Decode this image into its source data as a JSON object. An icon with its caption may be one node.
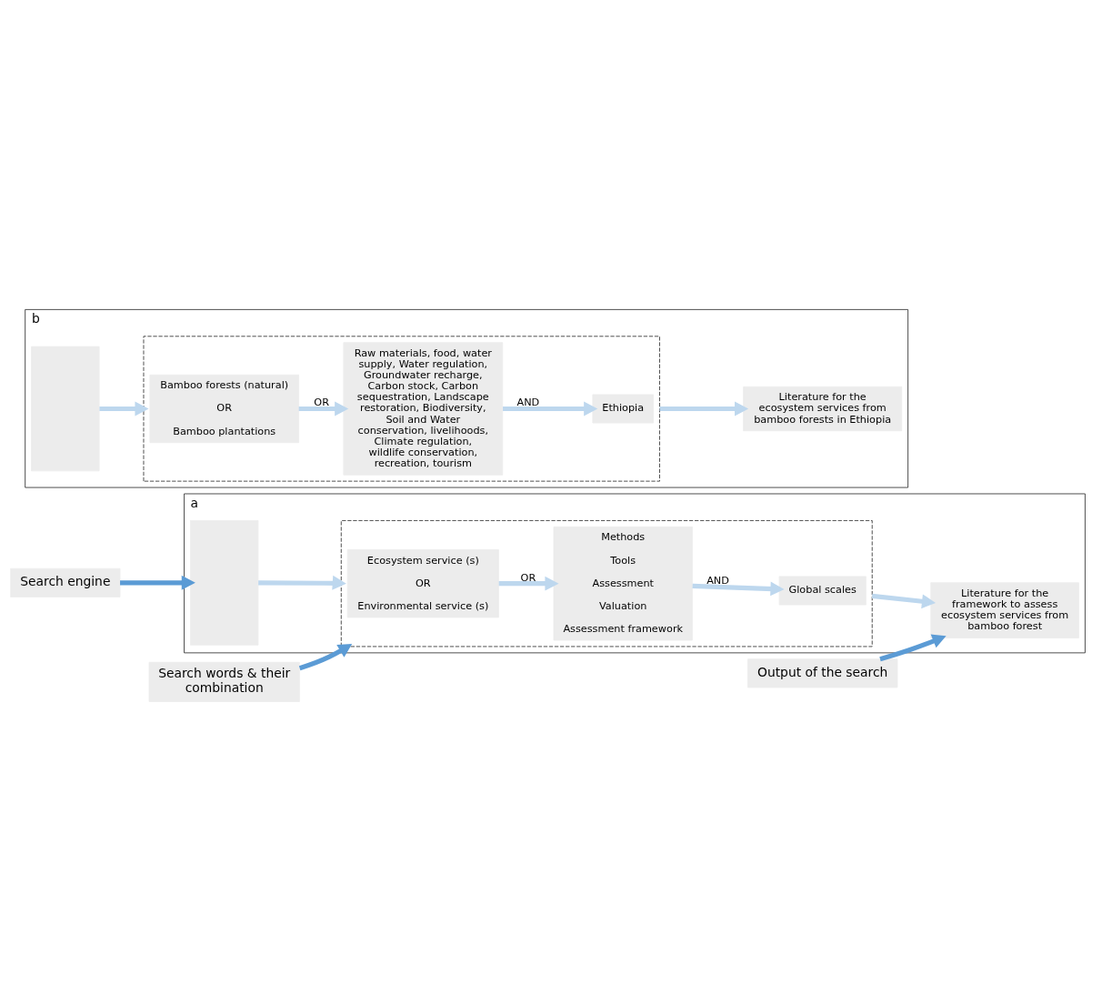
{
  "diagram": {
    "nodes": [
      {
        "text": [
          "Search engine"
        ]
      },
      {
        "text": [
          "Search words & their combination"
        ]
      },
      {
        "text": [
          "Output of the search"
        ]
      },
      {
        "text": [
          "a"
        ]
      },
      {
        "text": [],
        "shape": "box",
        "in": 3
      },
      {
        "text": [],
        "shape": "box",
        "in": 3
      },
      {
        "text": [
          "Ecosystem service (s)",
          "OR",
          "Environmental service (s)"
        ],
        "in": 5
      },
      {
        "text": [
          "Methods",
          "Tools",
          "Assessment",
          "Valuation",
          "Assessment framework"
        ],
        "in": 5
      },
      {
        "text": [
          "Global scales"
        ],
        "in": 5
      },
      {
        "text": [
          "Literature for the framework to assess ecosystem services from bamboo forest"
        ],
        "in": 3
      },
      {
        "text": [
          "b"
        ]
      },
      {
        "text": [],
        "shape": "box",
        "in": 10
      },
      {
        "text": [],
        "shape": "box",
        "in": 10
      },
      {
        "text": [
          "Bamboo forests (natural)",
          "OR",
          "Bamboo plantations"
        ],
        "in": 12
      },
      {
        "text": [
          "Raw materials, food, water supply, Water regulation, Groundwater recharge, Carbon stock, Carbon sequestration, Landscape restoration, Biodiversity, Soil and Water conservation, livelihoods, Climate regulation, wildlife conservation, recreation, tourism"
        ],
        "in": 12
      },
      {
        "text": [
          "Ethiopia"
        ],
        "in": 12
      },
      {
        "text": [
          "Literature for the ecosystem services from bamboo forests in Ethiopia"
        ],
        "in": 10
      }
    ],
    "edges": [
      {
        "from": 0,
        "to": 4,
        "arrow": "to",
        "color": "#5b9bd5"
      },
      {
        "from": 1,
        "to": 5,
        "arrow": "to",
        "color": "#5b9bd5"
      },
      {
        "from": 2,
        "to": 9,
        "arrow": "to",
        "color": "#5b9bd5"
      },
      {
        "from": 4,
        "to": 5,
        "arrow": "to"
      },
      {
        "from": 6,
        "to": 7,
        "label": "OR",
        "arrow": "to"
      },
      {
        "from": 7,
        "to": 8,
        "label": "AND",
        "arrow": "to"
      },
      {
        "from": 5,
        "to": 9,
        "arrow": "to"
      },
      {
        "from": 11,
        "to": 12,
        "arrow": "to"
      },
      {
        "from": 13,
        "to": 14,
        "label": "OR",
        "arrow": "to"
      },
      {
        "from": 14,
        "to": 15,
        "label": "AND",
        "arrow": "to"
      },
      {
        "from": 12,
        "to": 16,
        "arrow": "to"
      }
    ]
  }
}
